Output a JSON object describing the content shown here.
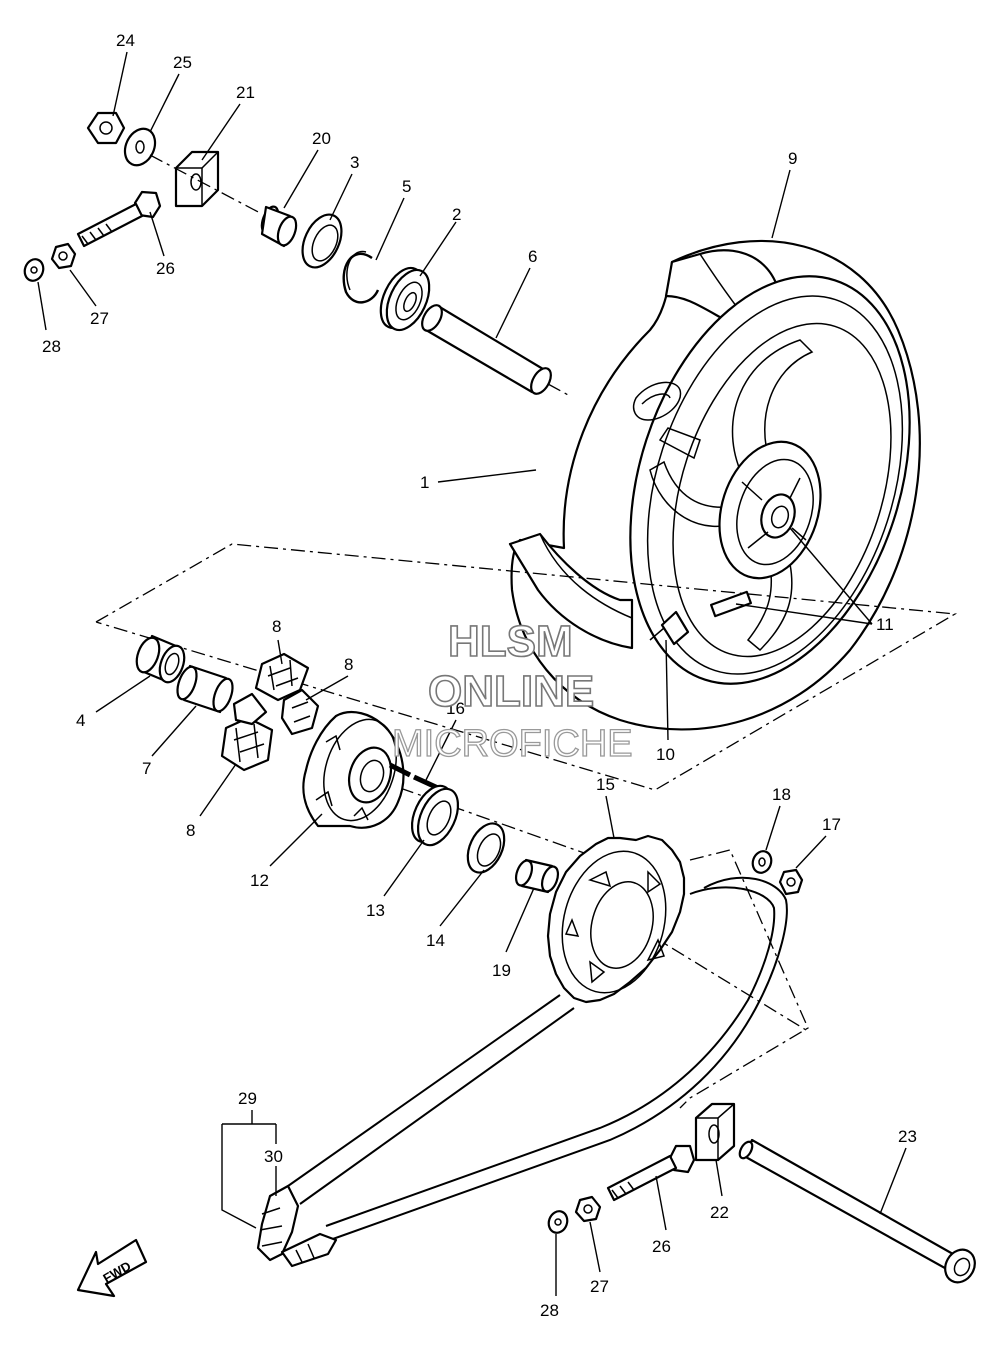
{
  "watermark": {
    "line1": "HLSM",
    "line2": "ONLINE",
    "line3": "MICROFICHE"
  },
  "fwd_label": "FWD",
  "callouts": {
    "c1": "1",
    "c2": "2",
    "c3": "3",
    "c4": "4",
    "c5": "5",
    "c6": "6",
    "c7": "7",
    "c8a": "8",
    "c8b": "8",
    "c8c": "8",
    "c9": "9",
    "c10": "10",
    "c11": "11",
    "c12": "12",
    "c13": "13",
    "c14": "14",
    "c15": "15",
    "c16": "16",
    "c17": "17",
    "c18": "18",
    "c19": "19",
    "c20": "20",
    "c21": "21",
    "c22": "22",
    "c23": "23",
    "c24": "24",
    "c25": "25",
    "c26a": "26",
    "c26b": "26",
    "c27a": "27",
    "c27b": "27",
    "c28a": "28",
    "c28b": "28",
    "c29": "29",
    "c30": "30"
  }
}
